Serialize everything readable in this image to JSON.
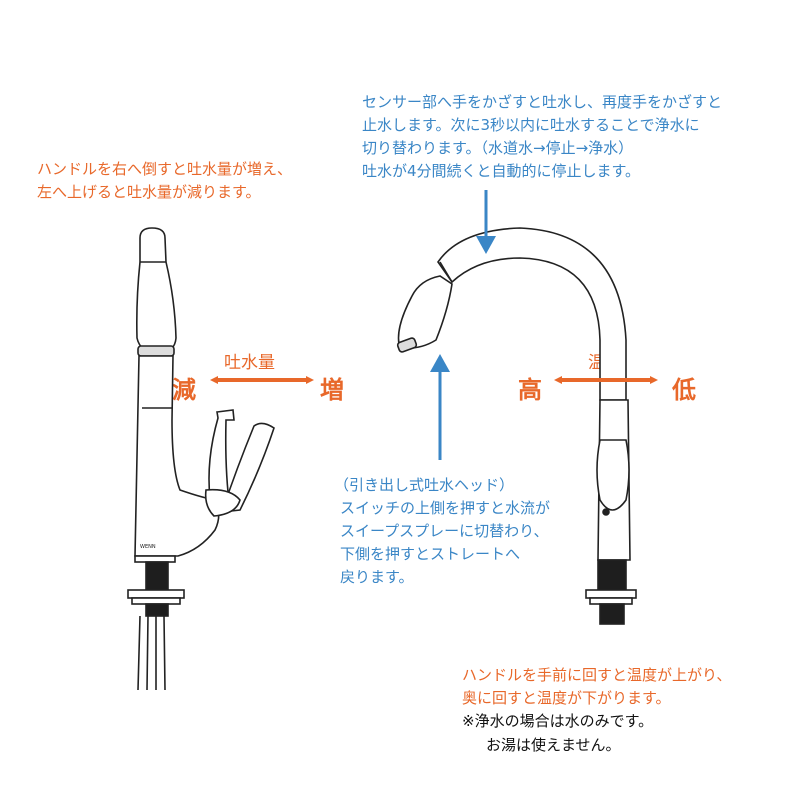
{
  "handle_note": {
    "line1": "ハンドルを右へ倒すと吐水量が増え、",
    "line2": "左へ上げると吐水量が減ります。"
  },
  "sensor_note": {
    "line1": "センサー部へ手をかざすと吐水し、再度手をかざすと",
    "line2": "止水します。次に3秒以内に吐水することで浄水に",
    "line3": "切り替わります。（水道水→停止→浄水）",
    "line4": "吐水が4分間続くと自動的に停止します。"
  },
  "flow_control": {
    "label": "吐水量",
    "decrease": "減",
    "increase": "増"
  },
  "temperature_control": {
    "label": "温度",
    "high": "高",
    "low": "低"
  },
  "pullout_note": {
    "line1": "（引き出し式吐水ヘッド）",
    "line2": "スイッチの上側を押すと水流が",
    "line3": "スイープスプレーに切替わり、",
    "line4": "下側を押すとストレートへ",
    "line5": "戻ります。"
  },
  "temperature_note": {
    "line1": "ハンドルを手前に回すと温度が上がり、",
    "line2": "奥に回すと温度が下がります。"
  },
  "purified_note": {
    "line1": "※浄水の場合は水のみです。",
    "line2": "お湯は使えません。"
  },
  "colors": {
    "accent_orange": "#e8682a",
    "accent_blue": "#3a86c6",
    "line": "#222222"
  }
}
